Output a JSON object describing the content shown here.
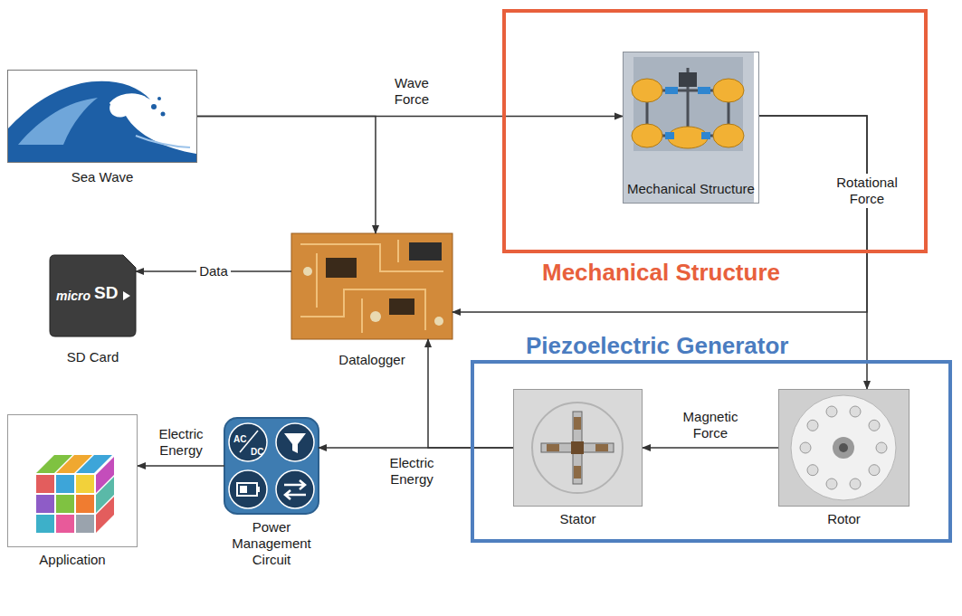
{
  "diagram": {
    "nodes": [
      {
        "text": [
          "Sea Wave"
        ]
      },
      {
        "text": [
          "Mechanical Structure"
        ]
      },
      {
        "text": [
          "Mechanical Structure"
        ],
        "in": 1
      },
      {
        "text": [
          "SD Card"
        ]
      },
      {
        "text": [
          "Datalogger"
        ]
      },
      {
        "text": [
          "Piezoelectric Generator"
        ]
      },
      {
        "text": [
          "Stator"
        ],
        "in": 5
      },
      {
        "text": [
          "Rotor"
        ],
        "in": 5
      },
      {
        "text": [
          "Application"
        ]
      },
      {
        "text": [
          "Power Management Circuit"
        ]
      }
    ],
    "edges": [
      {
        "from": 0,
        "to": 2,
        "label": "Wave Force",
        "arrow": "to"
      },
      {
        "from": 0,
        "to": 4,
        "arrow": "to"
      },
      {
        "from": 2,
        "to": 7,
        "label": "Rotational Force",
        "arrow": "to"
      },
      {
        "from": 2,
        "to": 4,
        "arrow": "to"
      },
      {
        "from": 7,
        "to": 6,
        "label": "Magnetic Force",
        "arrow": "to"
      },
      {
        "from": 6,
        "to": 9,
        "label": "Electric Energy",
        "arrow": "to"
      },
      {
        "from": 6,
        "to": 4,
        "arrow": "to"
      },
      {
        "from": 4,
        "to": 3,
        "label": "Data",
        "arrow": "to"
      },
      {
        "from": 9,
        "to": 8,
        "label": "Electric Energy",
        "arrow": "to"
      }
    ],
    "labels": [
      "micro",
      "SD",
      "AC",
      "DC"
    ]
  }
}
